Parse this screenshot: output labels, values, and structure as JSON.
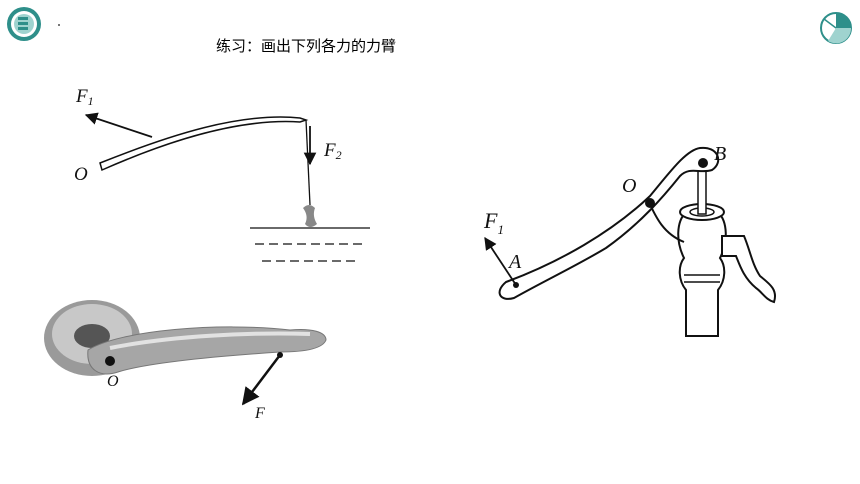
{
  "slide": {
    "title": "练习：画出下列各力的力臂"
  },
  "fishing_rod": {
    "force1": "F",
    "force1_sub": "1",
    "force2": "F",
    "force2_sub": "2",
    "pivot": "O"
  },
  "door_handle": {
    "pivot": "O",
    "force": "F"
  },
  "water_pump": {
    "force": "F",
    "force_sub": "1",
    "point_a": "A",
    "pivot": "O",
    "point_b": "B"
  },
  "colors": {
    "logo_teal": "#2e8f8a",
    "logo_light": "#9fd3cf",
    "ink": "#111111"
  }
}
